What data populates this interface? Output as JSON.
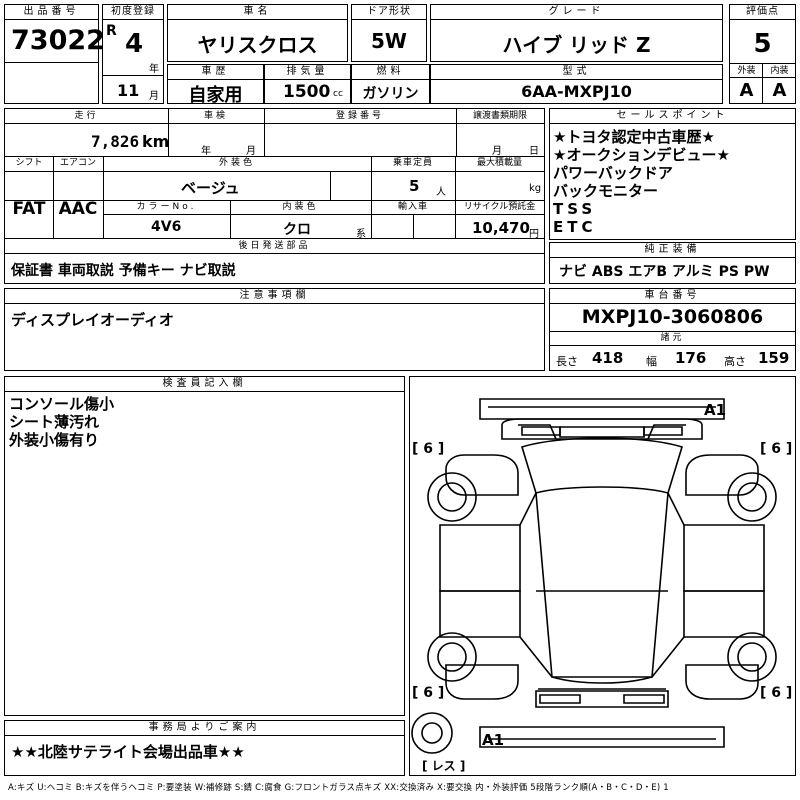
{
  "header": {
    "lot_number_label": "出品番号",
    "lot_number": "73022",
    "first_registration_label": "初度登録",
    "era_prefix": "R",
    "year": "4",
    "year_unit": "年",
    "month": "11",
    "month_unit": "月",
    "car_name_label": "車名",
    "car_name": "ヤリスクロス",
    "door_type_label": "ドア形状",
    "door_type": "5W",
    "grade_label": "グレード",
    "grade": "ハイブ リッド Z",
    "score_label": "評価点",
    "score": "5",
    "vehicle_history_label": "車歴",
    "vehicle_history": "自家用",
    "displacement_label": "排気量",
    "displacement": "1500",
    "displacement_unit": "cc",
    "fuel_label": "燃料",
    "fuel": "ガソリン",
    "model_code_label": "型式",
    "model_code": "6AA-MXPJ10",
    "exterior_label": "外装",
    "exterior_grade": "A",
    "interior_label": "内装",
    "interior_grade": "A"
  },
  "details": {
    "mileage_label": "走行",
    "mileage": "7,826",
    "mileage_unit": "km",
    "inspection_label": "車検",
    "inspection_year_unit": "年",
    "inspection_month_unit": "月",
    "registration_label": "登録番号",
    "transfer_label": "譲渡書類期限",
    "transfer_month_unit": "月",
    "transfer_day_unit": "日",
    "shift_label": "シフト",
    "shift": "FAT",
    "aircon_label": "エアコン",
    "aircon": "AAC",
    "exterior_color_label": "外装色",
    "exterior_color": "ベージュ",
    "capacity_label": "乗車定員",
    "capacity": "5",
    "capacity_unit": "人",
    "max_load_label": "最大積載量",
    "max_load_unit": "kg",
    "color_no_label": "カラーNo.",
    "color_no": "4V6",
    "interior_color_label": "内装色",
    "interior_color": "クロ",
    "interior_color_unit": "系",
    "import_label": "輸入車",
    "recycle_label": "リサイクル預託金",
    "recycle_fee": "10,470",
    "recycle_unit": "円",
    "later_parts_label": "後日発送部品",
    "later_parts": "保証書 車両取説 予備キー ナビ取説"
  },
  "sales_points": {
    "label": "セールスポイント",
    "items": [
      "★トヨタ認定中古車歴★",
      "★オークションデビュー★",
      "パワーバックドア",
      "バックモニター",
      "TSS",
      "ETC"
    ]
  },
  "equipment": {
    "label": "純正装備",
    "value": "ナビ ABS エアB アルミ PS PW"
  },
  "notes": {
    "label": "注意事項欄",
    "value": "ディスプレイオーディオ"
  },
  "chassis": {
    "label": "車台番号",
    "value": "MXPJ10-3060806",
    "dimensions_label": "諸元",
    "length_label": "長さ",
    "length": "418",
    "width_label": "幅",
    "width": "176",
    "height_label": "高さ",
    "height": "159"
  },
  "inspector": {
    "label": "検査員記入欄",
    "lines": [
      "コンソール傷小",
      "シート薄汚れ",
      "外装小傷有り"
    ]
  },
  "office": {
    "label": "事務局よりご案内",
    "value": "★★北陸サテライト会場出品車★★"
  },
  "diagram": {
    "tire_top_left": "[ 6 ]",
    "tire_top_right": "[ 6 ]",
    "tire_bottom_left": "[ 6 ]",
    "tire_bottom_right": "[ 6 ]",
    "mark_front": "A1",
    "mark_rear": "A1",
    "spare_label": "[ レス ]"
  },
  "legend": "A:キズ U:ヘコミ B:キズを伴うヘコミ P:要塗装 W:補修跡 S:錆 C:腐食 G:フロントガラス点キズ XX:交換済み X:要交換 内・外装評価 5段階ランク順(A・B・C・D・E) 1"
}
